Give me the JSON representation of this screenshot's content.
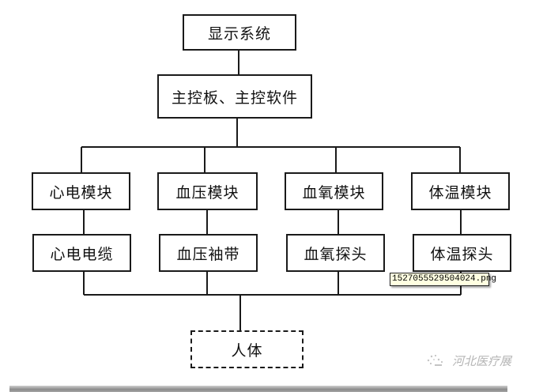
{
  "diagram": {
    "top": {
      "display_system": "显示系统",
      "main_control": "主控板、主控软件"
    },
    "modules": [
      {
        "module": "心电模块",
        "sensor": "心电电缆"
      },
      {
        "module": "血压模块",
        "sensor": "血压袖带"
      },
      {
        "module": "血氧模块",
        "sensor": "血氧探头"
      },
      {
        "module": "体温模块",
        "sensor": "体温探头"
      }
    ],
    "target": "人体"
  },
  "tooltip": {
    "filename": "1527055529504024.png"
  },
  "watermark": {
    "text": "河北医疗展"
  },
  "colors": {
    "line": "#1a1a1a",
    "tooltip_bg": "#ffffe1",
    "watermark": "#b5b5b5"
  }
}
